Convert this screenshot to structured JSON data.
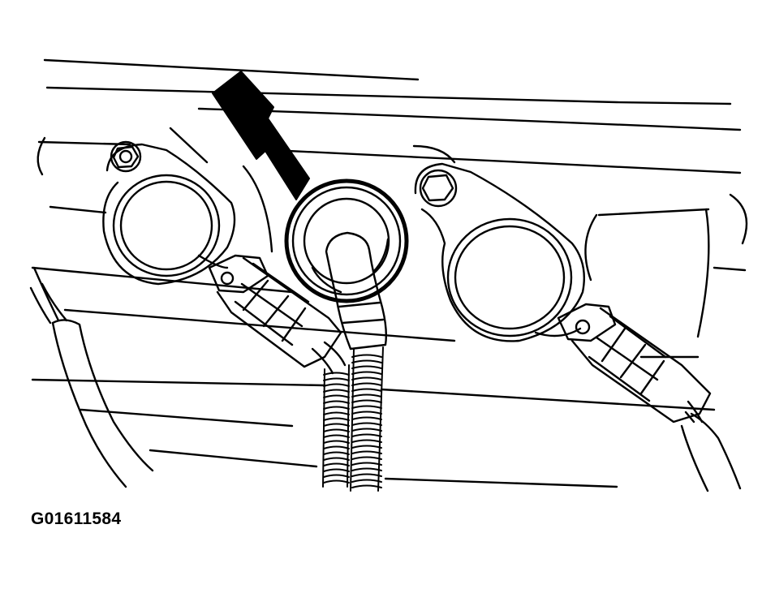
{
  "figure": {
    "id_label": "G01611584",
    "line_color": "#000000",
    "background": "#ffffff",
    "parts": [
      {
        "name": "engine-block-outline",
        "icon": "none"
      },
      {
        "name": "left-mounting-bolt",
        "icon": "hex-bolt-icon"
      },
      {
        "name": "left-coil-flange",
        "icon": "none"
      },
      {
        "name": "left-electrical-connector",
        "icon": "none"
      },
      {
        "name": "center-sensor-grommet",
        "icon": "none"
      },
      {
        "name": "center-sensor-wire",
        "icon": "none"
      },
      {
        "name": "corrugated-harness",
        "icon": "none"
      },
      {
        "name": "right-mounting-bolt",
        "icon": "hex-bolt-icon"
      },
      {
        "name": "right-coil-flange",
        "icon": "none"
      },
      {
        "name": "right-electrical-connector",
        "icon": "none"
      },
      {
        "name": "left-cable",
        "icon": "none"
      },
      {
        "name": "right-cable",
        "icon": "none"
      },
      {
        "name": "indicator-arrow",
        "icon": "arrow-pointer-icon"
      }
    ]
  }
}
